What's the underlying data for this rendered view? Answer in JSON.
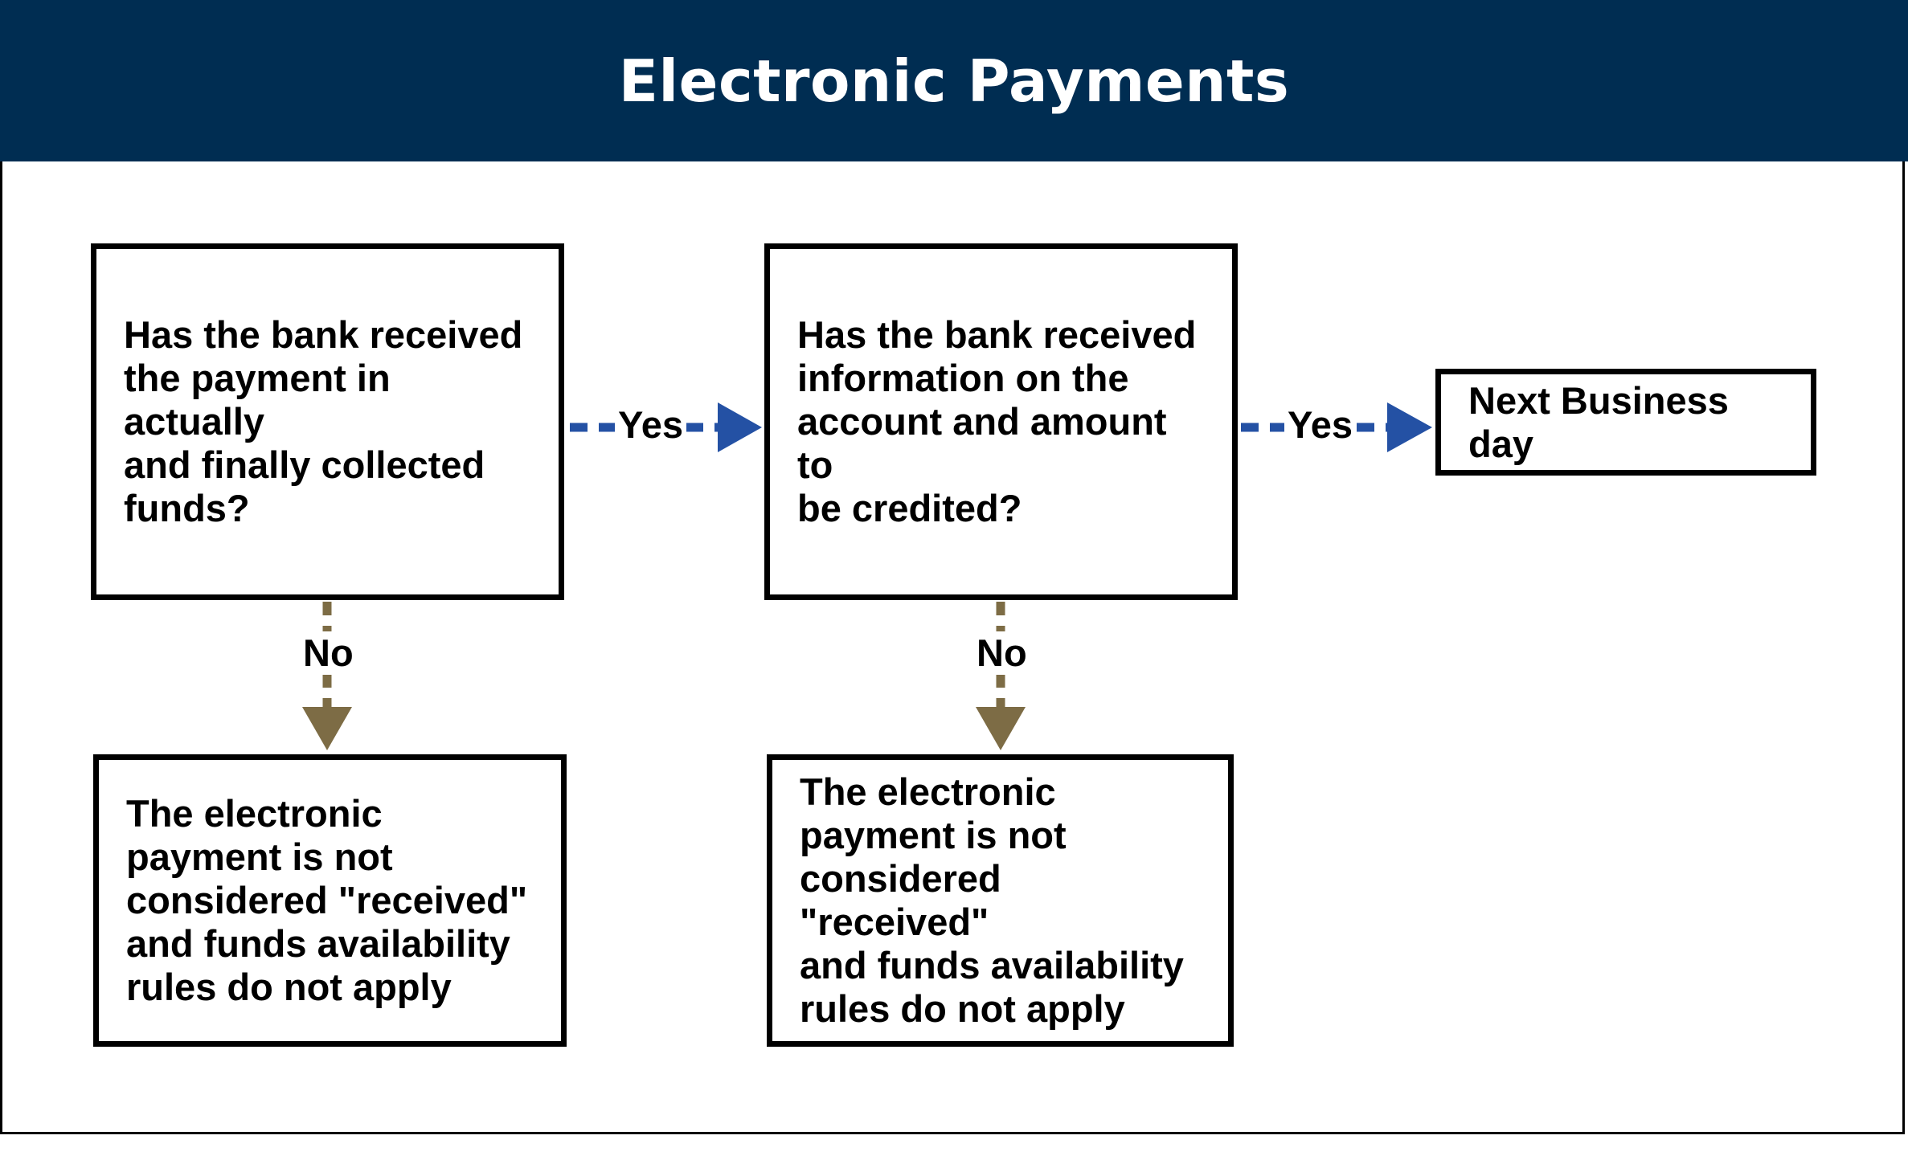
{
  "title": "Electronic Payments",
  "colors": {
    "header_bg": "#002d52",
    "yes_arrow": "#2451a4",
    "no_arrow": "#7d6c45"
  },
  "nodes": {
    "question_1": "Has the bank received\nthe payment in actually\nand finally collected\nfunds?",
    "question_2": "Has the bank received\ninformation on the\naccount and amount to\nbe credited?",
    "outcome_yes": "Next Business day",
    "outcome_no_1": "The electronic\npayment is not\nconsidered \"received\"\nand funds availability\nrules do not apply",
    "outcome_no_2": "The electronic\npayment is not\nconsidered \"received\"\nand funds availability\nrules do not apply"
  },
  "edges": {
    "q1_to_q2": "Yes",
    "q2_to_next": "Yes",
    "q1_to_no": "No",
    "q2_to_no": "No"
  }
}
